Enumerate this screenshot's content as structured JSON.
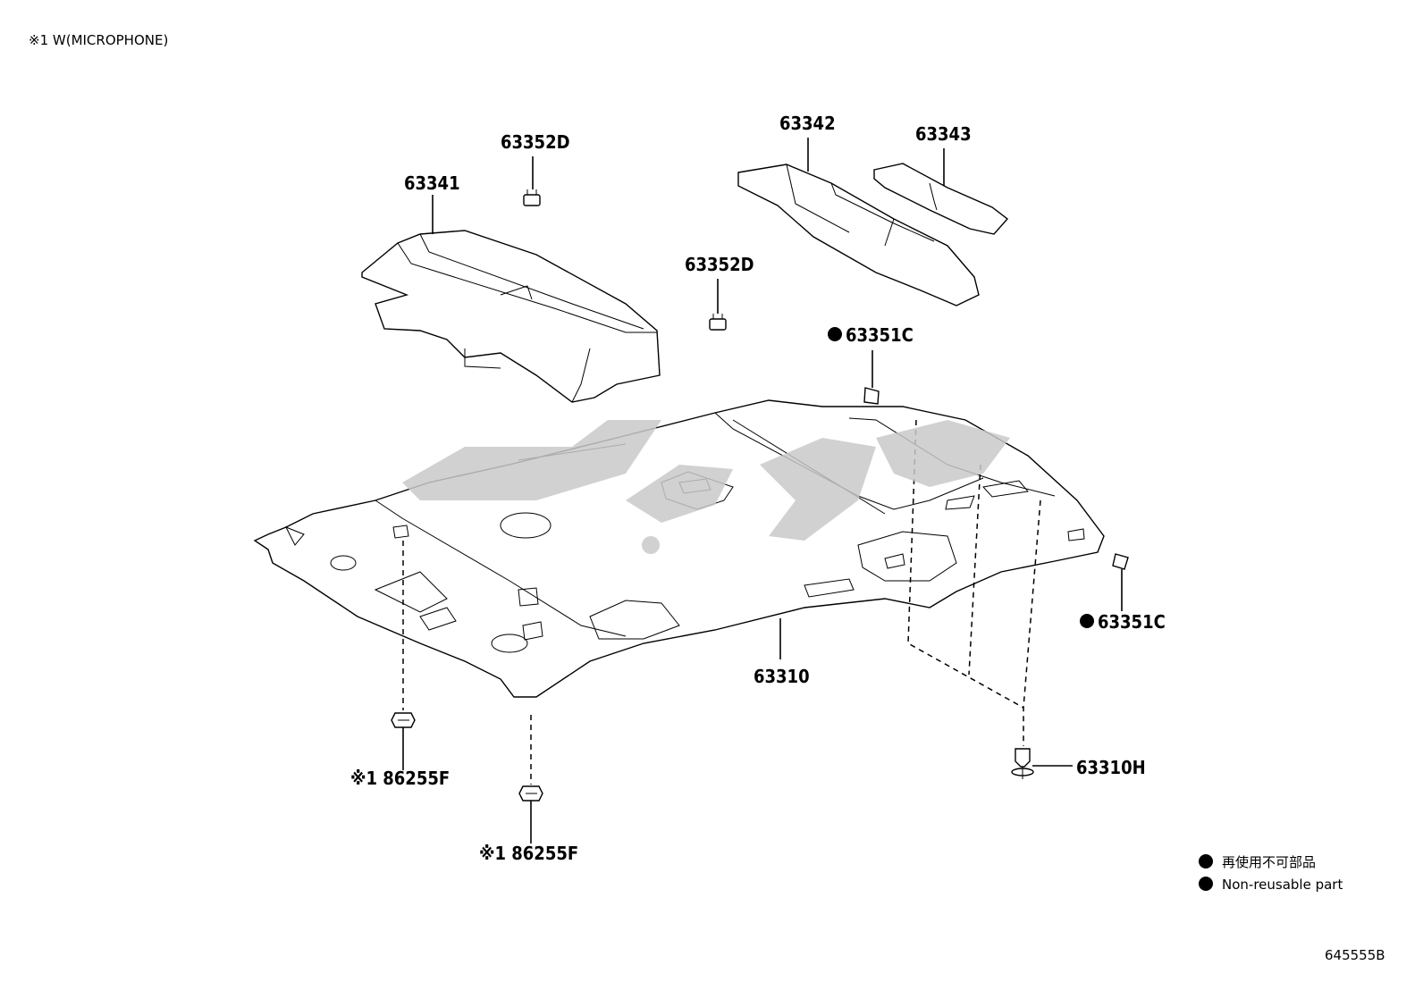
{
  "header_note": "※1 W(MICROPHONE)",
  "diagram_code": "645555B",
  "callouts": {
    "p63352D_top": "63352D",
    "p63341": "63341",
    "p63342": "63342",
    "p63343": "63343",
    "p63352D_mid": "63352D",
    "p63351C_top": "63351C",
    "p63351C_right": "63351C",
    "p63310": "63310",
    "p63310H": "63310H",
    "p86255F_left": "※1 86255F",
    "p86255F_bottom": "※1 86255F"
  },
  "legend": {
    "non_reusable_jp": "再使用不可部品",
    "non_reusable_en": "Non-reusable part"
  },
  "colors": {
    "line": "#000000",
    "watermark": "#c9c9c9",
    "background": "#ffffff"
  }
}
